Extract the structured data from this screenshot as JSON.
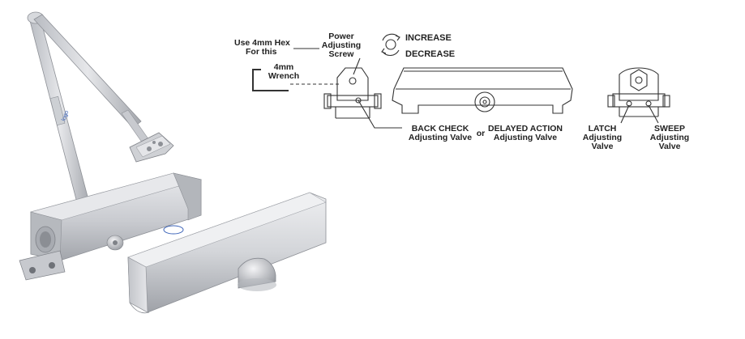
{
  "diagram": {
    "labels": {
      "use_hex_line1": "Use 4mm Hex",
      "use_hex_line2": "For this",
      "power_line1": "Power",
      "power_line2": "Adjusting",
      "power_line3": "Screw",
      "wrench_line1": "4mm",
      "wrench_line2": "Wrench",
      "increase": "INCREASE",
      "decrease": "DECREASE",
      "back_check_line1": "BACK CHECK",
      "back_check_line2": "Adjusting Valve",
      "or": "or",
      "delayed_line1": "DELAYED ACTION",
      "delayed_line2": "Adjusting Valve",
      "latch_line1": "LATCH",
      "latch_line2": "Adjusting",
      "latch_line3": "Valve",
      "sweep_line1": "SWEEP",
      "sweep_line2": "Adjusting",
      "sweep_line3": "Valve"
    }
  },
  "colors": {
    "metal_light": "#e4e5e8",
    "metal_mid": "#c4c6cb",
    "metal_dark": "#8e9096",
    "line": "#333333",
    "logo_blue": "#3b63b8"
  },
  "icons": [
    "door-closer-photo",
    "hex-wrench-icon",
    "rotation-arrows-icon"
  ]
}
